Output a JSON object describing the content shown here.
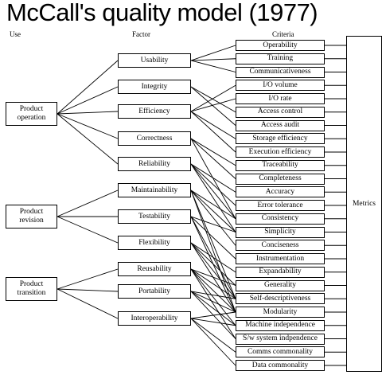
{
  "title": "McCall's quality model (1977)",
  "headers": {
    "use": "Use",
    "factor": "Factor",
    "criteria": "Criteria"
  },
  "uses": [
    "Product operation",
    "Product revision",
    "Product transition"
  ],
  "factors": [
    "Usability",
    "Integrity",
    "Efficiency",
    "Correctness",
    "Reliability",
    "Maintainability",
    "Testability",
    "Flexibility",
    "Reusability",
    "Portability",
    "Interoperability"
  ],
  "criteria": [
    "Operability",
    "Training",
    "Communicativeness",
    "I/O volume",
    "I/O rate",
    "Access control",
    "Access audit",
    "Storage efficiency",
    "Execution efficiency",
    "Traceability",
    "Completeness",
    "Accuracy",
    "Error tolerance",
    "Consistency",
    "Simplicity",
    "Conciseness",
    "Instrumentation",
    "Expandability",
    "Generality",
    "Self-descriptiveness",
    "Modularity",
    "Machine independence",
    "S/w system indpendence",
    "Comms commonality",
    "Data commonality"
  ],
  "metrics": "Metrics"
}
